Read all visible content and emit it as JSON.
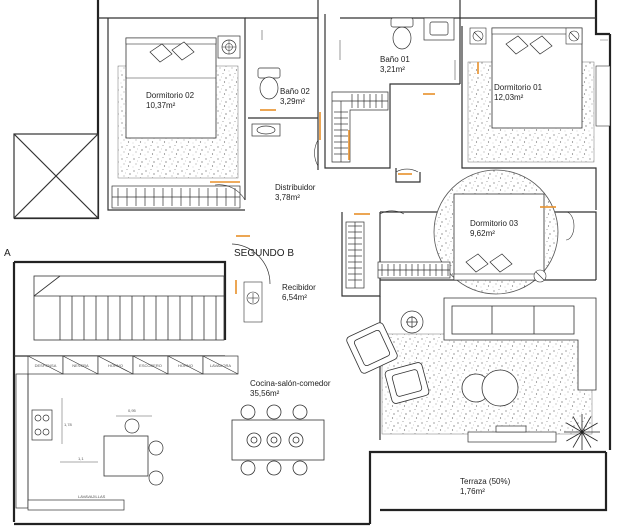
{
  "rooms": {
    "dormitorio02": {
      "name": "Dormitorio 02",
      "area": "10,37m²"
    },
    "bano02": {
      "name": "Baño 02",
      "area": "3,29m²"
    },
    "bano01": {
      "name": "Baño 01",
      "area": "3,21m²"
    },
    "dormitorio01": {
      "name": "Dormitorio 01",
      "area": "12,03m²"
    },
    "distribuidor": {
      "name": "Distribuidor",
      "area": "3,78m²"
    },
    "dormitorio03": {
      "name": "Dormitorio 03",
      "area": "9,62m²"
    },
    "recibidor": {
      "name": "Recibidor",
      "area": "6,54m²"
    },
    "cocina": {
      "name": "Cocina-salón-comedor",
      "area": "35,56m²"
    },
    "terraza": {
      "name": "Terraza (50%)",
      "area": "1,76m²"
    }
  },
  "unit_labels": {
    "a": "A",
    "b": "SEGUNDO B"
  },
  "appliances": [
    "DESPENSA",
    "NEVERA",
    "HORNO",
    "ESCOBERO",
    "HORNO",
    "LAVADORA"
  ],
  "dishwasher_label": "LAVAVAJILLAS",
  "dimensions": {
    "d095": "0,95",
    "d178": "1,78",
    "d11": "1,1"
  }
}
